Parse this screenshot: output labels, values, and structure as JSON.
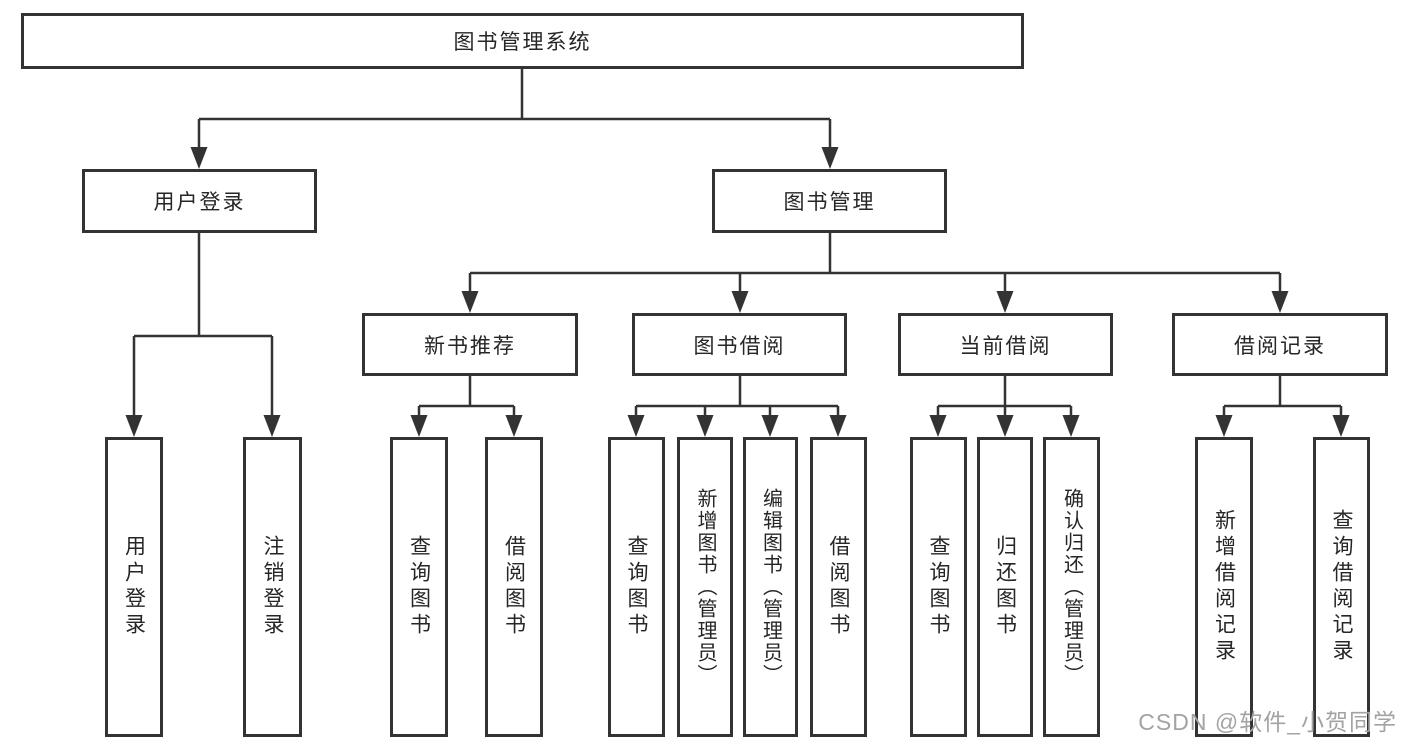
{
  "colors": {
    "line": "#333333",
    "box_border": "#333333",
    "text": "#262626",
    "watermark": "#a3a3a3",
    "background": "#ffffff"
  },
  "tree": {
    "root": {
      "label": "图书管理系统",
      "children": [
        {
          "label": "用户登录",
          "children": [
            {
              "label": "用户登录"
            },
            {
              "label": "注销登录"
            }
          ]
        },
        {
          "label": "图书管理",
          "children": [
            {
              "label": "新书推荐",
              "children": [
                {
                  "label": "查询图书"
                },
                {
                  "label": "借阅图书"
                }
              ]
            },
            {
              "label": "图书借阅",
              "children": [
                {
                  "label": "查询图书"
                },
                {
                  "label": "新增图书（管理员）"
                },
                {
                  "label": "编辑图书（管理员）"
                },
                {
                  "label": "借阅图书"
                }
              ]
            },
            {
              "label": "当前借阅",
              "children": [
                {
                  "label": "查询图书"
                },
                {
                  "label": "归还图书"
                },
                {
                  "label": "确认归还（管理员）"
                }
              ]
            },
            {
              "label": "借阅记录",
              "children": [
                {
                  "label": "新增借阅记录"
                },
                {
                  "label": "查询借阅记录"
                }
              ]
            }
          ]
        }
      ]
    }
  },
  "watermark": {
    "text": "CSDN @软件_小贺同学"
  }
}
